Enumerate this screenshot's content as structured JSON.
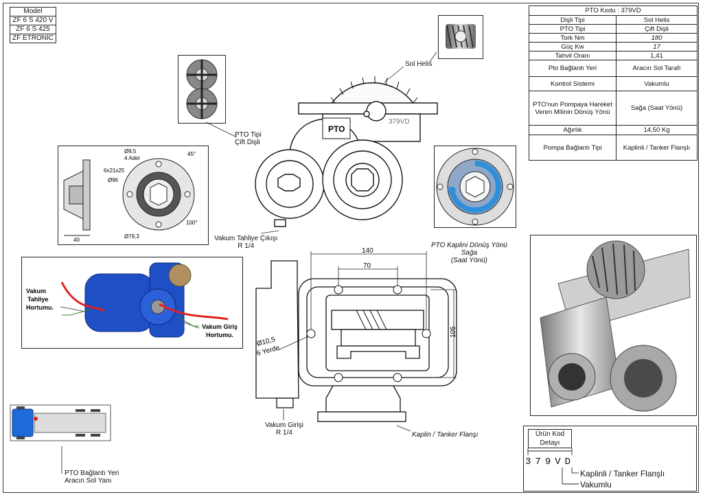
{
  "model_table": {
    "header": "Model",
    "rows": [
      "ZF 6 S 420 V",
      "ZF 6 S 425",
      "ZF ETRONİC"
    ]
  },
  "spec_table": {
    "title": "PTO Kodu : 379VD",
    "rows": [
      {
        "key": "Dişli Tipi",
        "value": "Sol Helis"
      },
      {
        "key": "PTO Tipi",
        "value": "Çift Dişli"
      },
      {
        "key": "Tork Nm",
        "value": "180"
      },
      {
        "key": "Güç Kw",
        "value": "17"
      },
      {
        "key": "Tahvil Oranı",
        "value": "1,41"
      },
      {
        "key": "Pto Bağlantı Yeri",
        "value": "Aracın Sol Tarafı"
      },
      {
        "key": "Kontrol Sistemi",
        "value": "Vakumlu"
      },
      {
        "key": "PTO'nun Pompaya Hareket Veren Milinin Dönüş Yönü",
        "value": "Sağa (Saat Yönü)"
      },
      {
        "key": "Ağırlık",
        "value": "14,50 Kg"
      },
      {
        "key": "Pompa Bağlantı Tipi",
        "value": "Kaplinli / Tanker Flanşlı"
      }
    ]
  },
  "labels": {
    "sol_helis": "Sol Helis",
    "pto_tipi_1": "PTO Tipi",
    "pto_tipi_2": "Çift Dişli",
    "body_code": "379VD",
    "logo_text": "PTO",
    "vakum_tahliye_1": "Vakum Tahliye Çıkışı",
    "vakum_tahliye_2": "R 1/4",
    "kaplin_1": "PTO Kaplini Dönüş Yönü",
    "kaplin_2": "Sağa",
    "kaplin_3": "(Saat Yönü)",
    "photo_tahliye_1": "Vakum",
    "photo_tahliye_2": "Tahliye",
    "photo_tahliye_3": "Hortumu.",
    "photo_giris_1": "Vakum Giriş",
    "photo_giris_2": "Hortumu.",
    "vakum_giris_1": "Vakum Girişi",
    "vakum_giris_2": "R 1/4",
    "kaplin_tanker": "Kaplin / Tanker Flanşı",
    "baglanti_1": "PTO Bağlantı Yeri",
    "baglanti_2": "Aracın Sol Yanı"
  },
  "dimensions": {
    "flange_d1": "Ø9,5",
    "flange_d1_note": "4 Adet",
    "spline": "6x21x25",
    "d96": "Ø96",
    "d79": "Ø79,3",
    "len40": "40",
    "ang45": "45°",
    "ang100": "100°",
    "w140": "140",
    "w70": "70",
    "h105": "105",
    "hole": "Ø10,5",
    "hole_note": "6 Yerde"
  },
  "product_code": {
    "title_1": "Ürün Kod",
    "title_2": "Detayı",
    "chars": [
      "3",
      "7",
      "9",
      "V",
      "D"
    ],
    "d_meaning": "Kaplinli / Tanker Flanşlı",
    "v_meaning": "Vakumlu"
  },
  "colors": {
    "pump_blue": "#1f4fc4",
    "hose_red": "#e02020",
    "arrow_blue": "#2f8fd8",
    "label_green": "#2c8a2c",
    "cab_blue": "#1e6ad8"
  }
}
